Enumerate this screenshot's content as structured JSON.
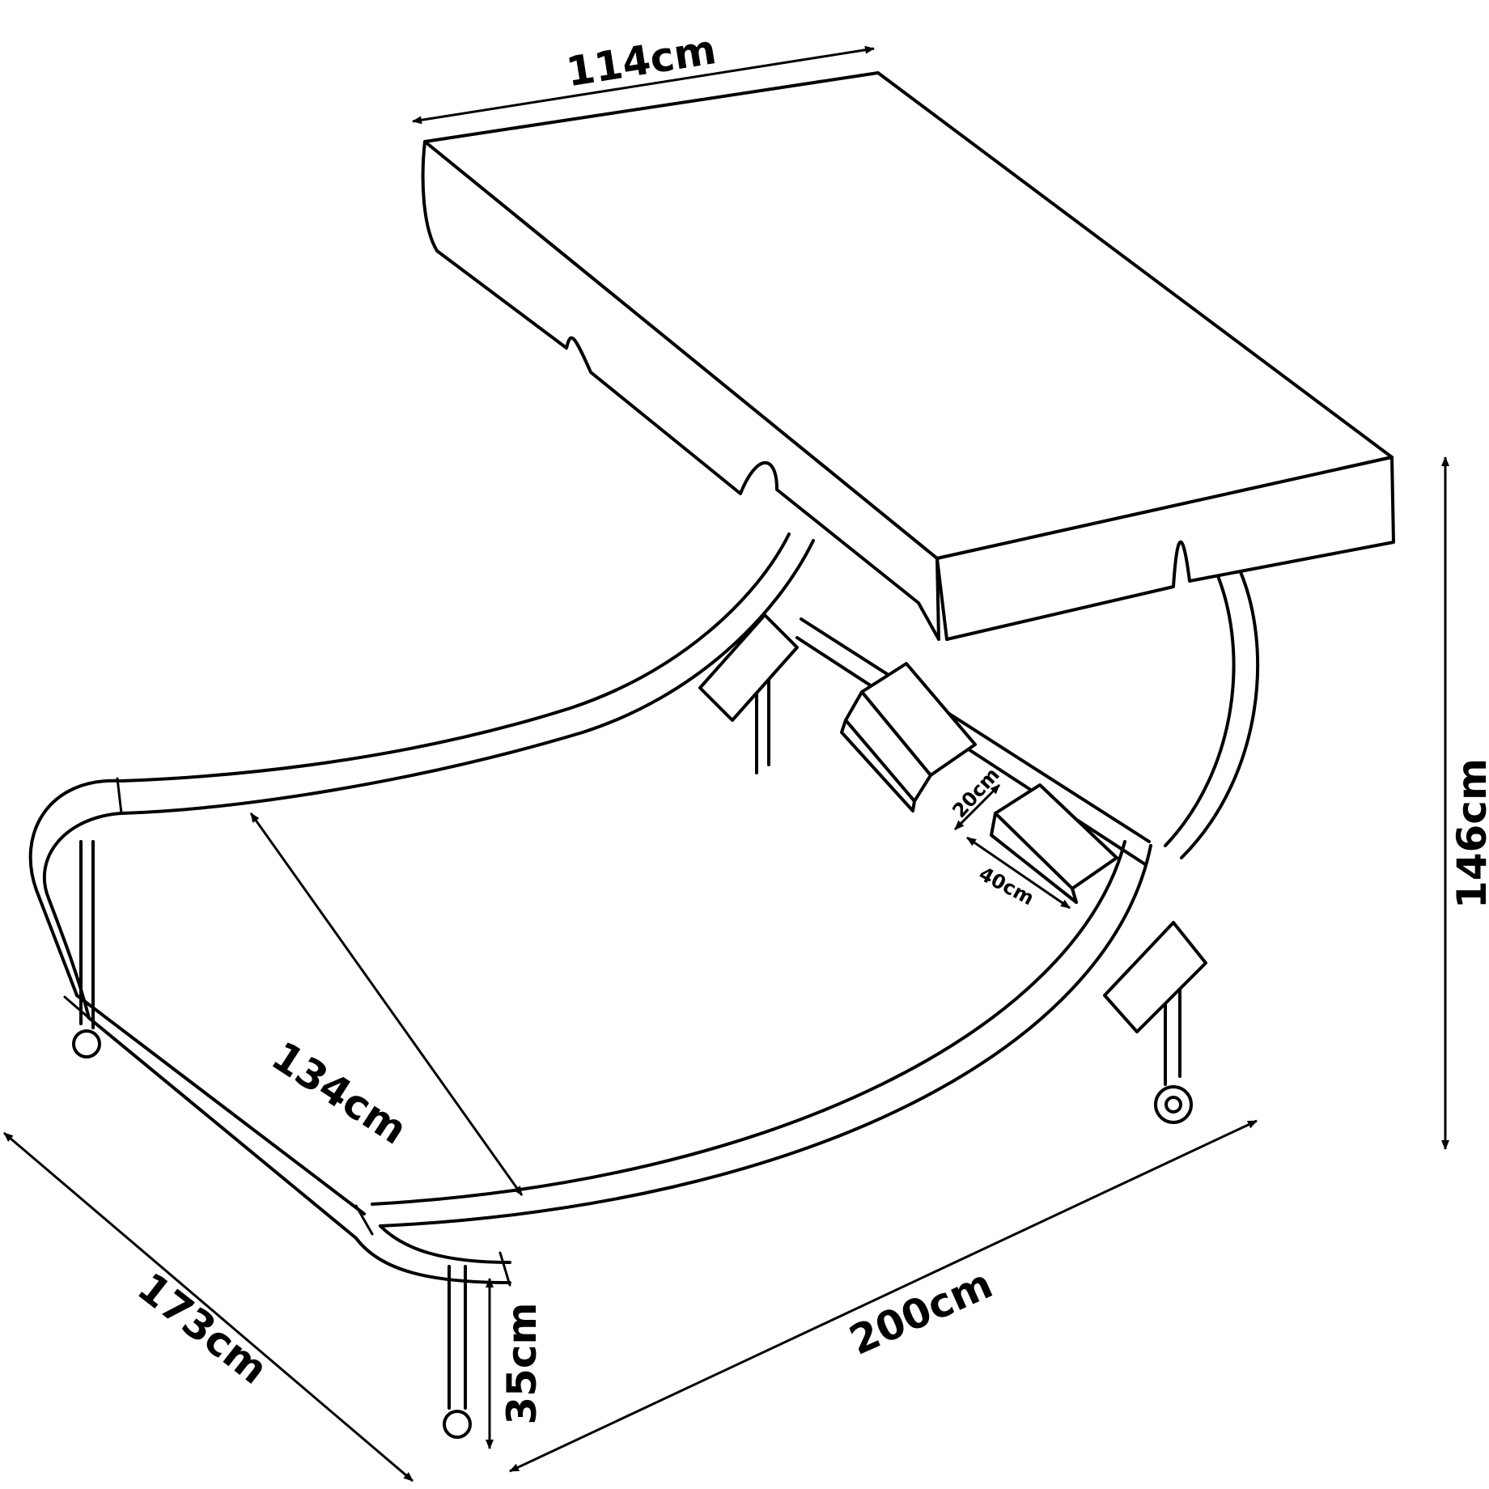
{
  "dimensions": {
    "canopy_width": "114cm",
    "total_height": "146cm",
    "bed_length": "134cm",
    "depth": "173cm",
    "length": "200cm",
    "leg_height": "35cm",
    "pillow_height": "20cm",
    "pillow_width": "40cm"
  },
  "colors": {
    "line": "#000000",
    "background": "#ffffff"
  }
}
